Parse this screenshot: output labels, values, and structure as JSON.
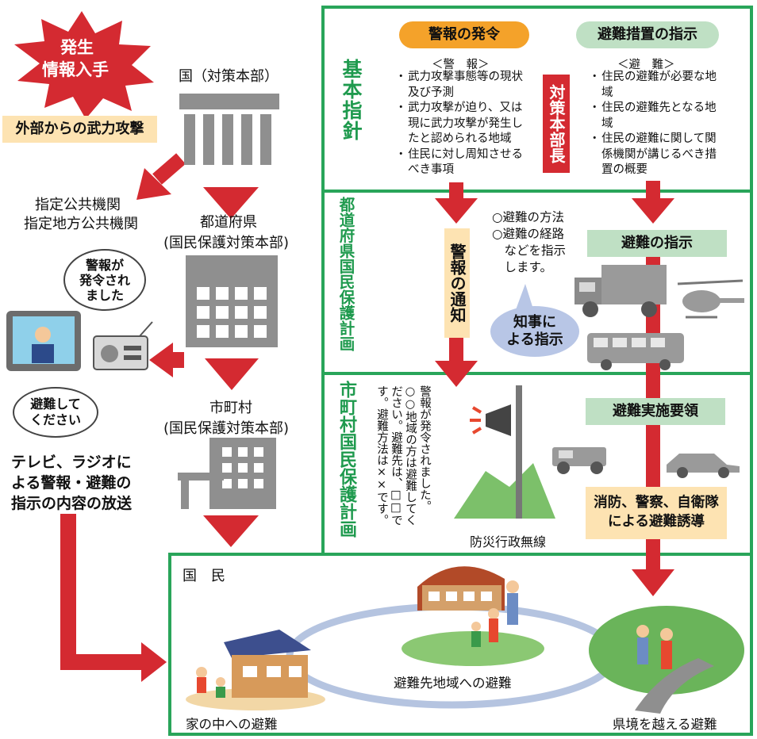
{
  "top_left": {
    "badge": [
      "発生",
      "情報入手"
    ],
    "attack": "外部からの武力攻撃"
  },
  "national": {
    "label": "国（対策本部）",
    "institutions": [
      "指定公共機関",
      "指定地方公共機関"
    ],
    "prefecture": [
      "都道府県",
      "(国民保護対策本部)"
    ],
    "municipality": [
      "市町村",
      "(国民保護対策本部)"
    ]
  },
  "media": {
    "bubble_warning": [
      "警報が",
      "発令され",
      "ました"
    ],
    "bubble_evac": [
      "避難して",
      "ください"
    ],
    "caption": [
      "テレビ、ラジオに",
      "よる警報・避難の",
      "指示の内容の放送"
    ]
  },
  "basic_policy": {
    "title": "基本指針",
    "warning_pill": "警報の発令",
    "measures_pill": "避難措置の指示",
    "warning_sub": "＜警　報＞",
    "warning_items": [
      "武力攻撃事態等の現状及び予測",
      "武力攻撃が迫り、又は現に武力攻撃が発生したと認められる地域",
      "住民に対し周知させるべき事項"
    ],
    "chief": "対策本部長",
    "evac_sub": "＜避　難＞",
    "evac_items": [
      "住民の避難が必要な地域",
      "住民の避難先となる地域",
      "住民の避難に関して関係機関が講じるべき措置の概要"
    ]
  },
  "prefecture_plan": {
    "title": "都道府県国民保護計画",
    "notice": "警報の通知",
    "method_lines": [
      "○避難の方法",
      "○避難の経路",
      "　などを指示",
      "　します。"
    ],
    "governor": [
      "知事に",
      "よる指示"
    ],
    "instruction": "避難の指示"
  },
  "municipal_plan": {
    "title": "市町村国民保護計画",
    "broadcast_lines": [
      "警報が発令されました。",
      "○○地域の方は避難してく",
      "ださい。避難先は、□□で",
      "す。避難方法は××です。"
    ],
    "radio_label": "防災行政無線",
    "procedure": "避難実施要領",
    "guidance": [
      "消防、警察、自衛隊",
      "による避難誘導"
    ]
  },
  "citizens": {
    "title": "国　民",
    "home": "家の中への避難",
    "region": "避難先地域への避難",
    "cross": "県境を越える避難"
  },
  "colors": {
    "green": "#29a55a",
    "red": "#d42a31",
    "orange": "#f4a22a",
    "light_green": "#bfe0c4",
    "light_orange": "#fde3b2",
    "gray_building": "#8f8f8f"
  }
}
